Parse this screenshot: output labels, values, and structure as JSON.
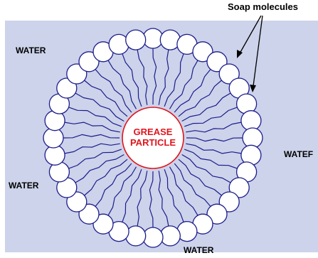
{
  "labels": {
    "soap_molecules": "Soap molecules",
    "water_top_left": "WATER",
    "water_right": "WATEF",
    "water_left": "WATER",
    "water_bottom": "WATER",
    "particle_line1": "GREASE",
    "particle_line2": "PARTICLE"
  },
  "molecule_count": 36,
  "colors": {
    "background": "#ccd3ea",
    "frame": "#ffffff",
    "head_fill": "#ffffff",
    "head_stroke": "#1c1c8c",
    "tail_stroke": "#1c1c8c",
    "particle_stroke": "#e0141e",
    "particle_text": "#e0141e",
    "label_text": "#000000",
    "arrow": "#000000"
  }
}
